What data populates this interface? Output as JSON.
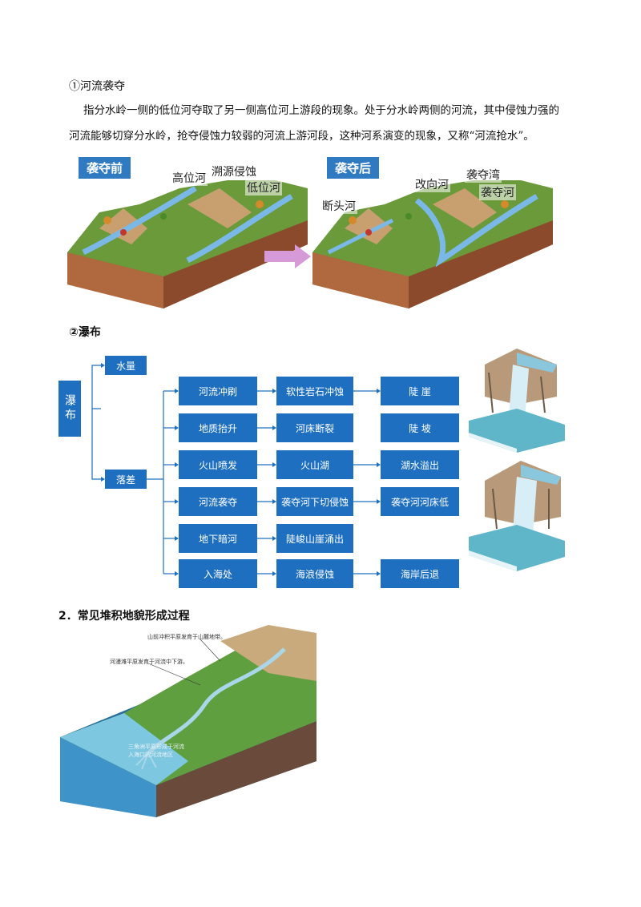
{
  "section1": {
    "title": "①河流袭夺",
    "para_line1": "指分水岭一侧的低位河夺取了另一侧高位河上游段的现象。处于分水岭两侧的河流，其中侵蚀力强的",
    "para_line2": "河流能够切穿分水岭，抢夺侵蚀力较弱的河流上游河段，这种河系演变的现象，又称“河流抢水”。",
    "before": {
      "badge": "袭夺前",
      "labels": [
        "高位河",
        "溯源侵蚀",
        "低位河"
      ]
    },
    "after": {
      "badge": "袭夺后",
      "labels": [
        "改向河",
        "袭夺湾",
        "断头河",
        "袭夺河"
      ]
    }
  },
  "section2": {
    "title": "②瀑布",
    "root": "瀑布",
    "branch1": "水量",
    "branch2": "落差",
    "rows": [
      [
        "河流冲刷",
        "软性岩石冲蚀",
        "陡 崖"
      ],
      [
        "地质抬升",
        "河床断裂",
        "陡 坡"
      ],
      [
        "火山喷发",
        "火山湖",
        "湖水溢出"
      ],
      [
        "河流袭夺",
        "袭夺河下切侵蚀",
        "袭夺河河床低"
      ],
      [
        "地下暗河",
        "陡峻山崖涌出",
        ""
      ],
      [
        "入海处",
        "海浪侵蚀",
        "海岸后退"
      ]
    ],
    "colors": {
      "box": "#1e6fc0",
      "line": "#1e6fc0"
    }
  },
  "section3": {
    "title": "2．常见堆积地貌形成过程",
    "notes": [
      "山前冲积平原发育于山麓地带。",
      "河漫滩平原发育于河流中下游。",
      "三角洲平原形成于河流\n入海口的河流地区"
    ]
  }
}
